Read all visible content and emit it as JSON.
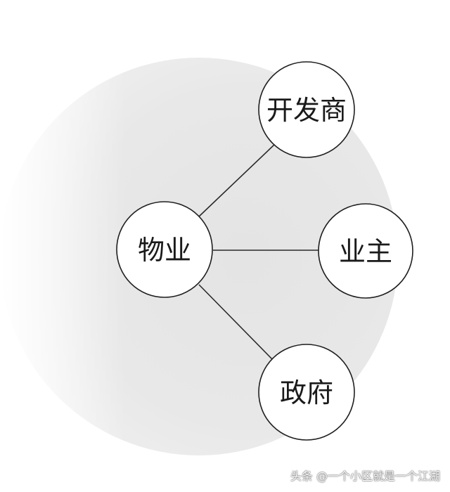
{
  "diagram": {
    "nodes": {
      "developer": "开发商",
      "property": "物业",
      "owner": "业主",
      "government": "政府"
    }
  },
  "watermark": {
    "text": "头条 @一个小区就是一个江湖"
  },
  "colors": {
    "background_disc": "#e6e6e6",
    "node_fill": "#ffffff",
    "stroke": "#1f1f1f"
  }
}
